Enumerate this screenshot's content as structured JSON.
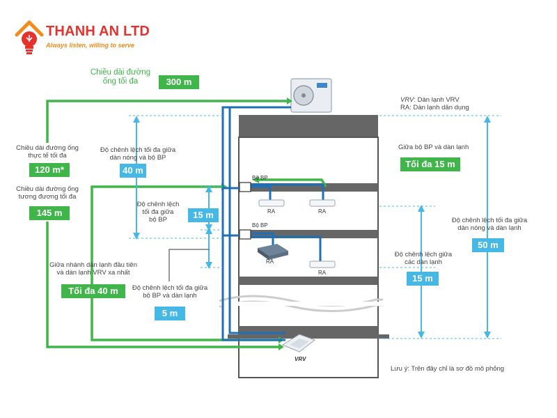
{
  "brand": {
    "name": "THANH AN LTD",
    "slogan": "Always listen, willing to serve"
  },
  "legend": {
    "line1_italic": "VRV",
    "line1_rest": ": Dàn lạnh VRV",
    "line2": "RA: Dàn lạnh dân dụng"
  },
  "max_pipe": {
    "label_line1": "Chiều dài đường",
    "label_line2": "ống tối đa",
    "value": "300 m"
  },
  "actual_pipe": {
    "label_line1": "Chiều dài đường ống",
    "label_line2": "thực tế tối đa",
    "value": "120 m*"
  },
  "equiv_pipe": {
    "label_line1": "Chiều dài đường ống",
    "label_line2": "tương đương tối đa",
    "value": "145 m"
  },
  "first_branch": {
    "label_line1": "Giữa nhánh dàn lạnh đầu tiên",
    "label_line2": "và dàn lạnh VRV xa nhất",
    "value": "Tối đa 40 m"
  },
  "outdoor_bp_diff": {
    "label_line1": "Độ chênh lệch tối đa giữa",
    "label_line2": "dàn nóng và bộ BP",
    "value": "40 m"
  },
  "bp_bp_diff": {
    "label_line1": "Độ chênh lệch",
    "label_line2": "tối đa giữa",
    "label_line3": "bộ BP",
    "value": "15 m"
  },
  "bp_indoor_diff": {
    "label_line1": "Độ chênh lệch tối đa giữa",
    "label_line2": "bộ BP và dàn lạnh",
    "value": "5 m"
  },
  "bp_ra": {
    "label": "Giữa bộ BP và dàn lạnh",
    "value": "Tối đa 15 m"
  },
  "indoor_diff": {
    "label_line1": "Độ chênh lệch giữa",
    "label_line2": "các dàn lạnh",
    "value": "15 m"
  },
  "outdoor_indoor_diff": {
    "label_line1": "Độ chênh lệch tối đa giữa",
    "label_line2": "dàn nóng và dàn lạnh",
    "value": "50 m"
  },
  "units": {
    "bp1": "Bộ BP",
    "bp2": "Bộ BP",
    "ra1": "RA",
    "ra2": "RA",
    "ra3": "RA",
    "ra4": "RA",
    "vrv": "VRV"
  },
  "note": "Lưu ý: Trên đây chỉ là sơ đồ mô phỏng",
  "colors": {
    "green": "#3fb54a",
    "blue": "#45b8e6",
    "pipe_blue": "#1f6fb5",
    "brand_red": "#e5322d",
    "brand_orange": "#f28b1c"
  }
}
